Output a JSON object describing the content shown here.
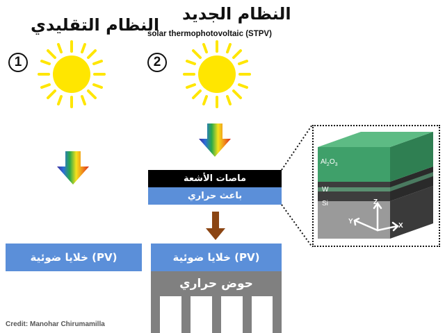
{
  "traditional": {
    "title": "النظام التقليدي",
    "number": "1",
    "pv_label": "(PV) خلايا ضوئية"
  },
  "new_system": {
    "title": "النظام الجديد",
    "subtitle": "solar thermophotovoltaic (STPV)",
    "number": "2",
    "absorber_label": "ماصات الأشعة",
    "emitter_label": "باعث حراري",
    "pv_label": "(PV) خلايا ضوئية",
    "heatsink_label": "حوض حراري"
  },
  "structure": {
    "layers": {
      "top": {
        "sub_main": "Al",
        "sub_index": "2",
        "sub_o": "O",
        "sub_index2": "3"
      },
      "middle": "W",
      "bottom": "Si"
    },
    "axes": {
      "x": "X",
      "y": "Y",
      "z": "Z"
    }
  },
  "credit": "Credit: Manohar Chirumamilla",
  "colors": {
    "sun": "#ffe600",
    "blue_bar": "#5b8fd9",
    "black_bar": "#000000",
    "grey_sink": "#808080",
    "brown_arrow": "#8b4513",
    "alumina": "#3fa06a",
    "silicon": "#9a9a9a"
  }
}
